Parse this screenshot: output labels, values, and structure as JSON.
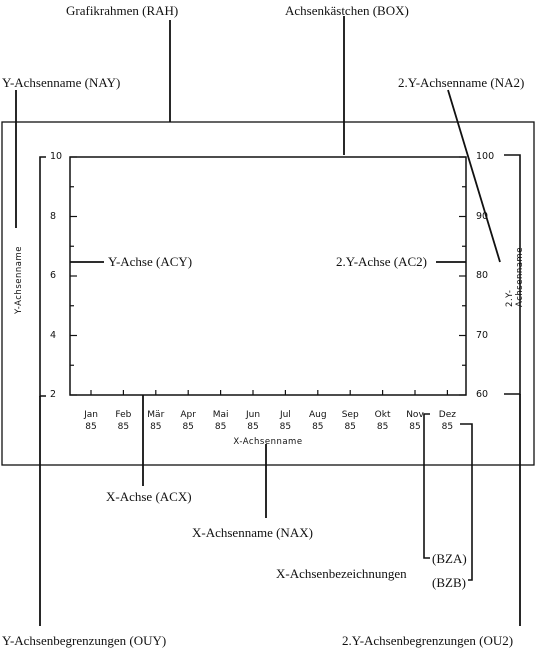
{
  "labels": {
    "rah": "Grafikrahmen (RAH)",
    "box": "Achsenkästchen (BOX)",
    "nay": "Y-Achsenname (NAY)",
    "na2": "2.Y-Achsenname (NA2)",
    "acy": "Y-Achse (ACY)",
    "ac2": "2.Y-Achse (AC2)",
    "acx": "X-Achse (ACX)",
    "nax": "X-Achsenname (NAX)",
    "bza": "(BZA)",
    "bzb": "(BZB)",
    "xbez": "X-Achsenbezeichnungen",
    "ouy": "Y-Achsenbegrenzungen (OUY)",
    "ou2": "2.Y-Achsenbegrenzungen (OU2)"
  },
  "axes": {
    "y_name": "Y-Achsenname",
    "y2_name": "2.Y-Achsenname",
    "x_name": "X-Achsenname"
  },
  "y_ticks": [
    "10",
    "8",
    "6",
    "4",
    "2"
  ],
  "y2_ticks": [
    "100",
    "90",
    "80",
    "70",
    "60"
  ],
  "months": [
    {
      "m": "Jan",
      "y": "85"
    },
    {
      "m": "Feb",
      "y": "85"
    },
    {
      "m": "Mär",
      "y": "85"
    },
    {
      "m": "Apr",
      "y": "85"
    },
    {
      "m": "Mai",
      "y": "85"
    },
    {
      "m": "Jun",
      "y": "85"
    },
    {
      "m": "Jul",
      "y": "85"
    },
    {
      "m": "Aug",
      "y": "85"
    },
    {
      "m": "Sep",
      "y": "85"
    },
    {
      "m": "Okt",
      "y": "85"
    },
    {
      "m": "Nov",
      "y": "85"
    },
    {
      "m": "Dez",
      "y": "85"
    }
  ]
}
